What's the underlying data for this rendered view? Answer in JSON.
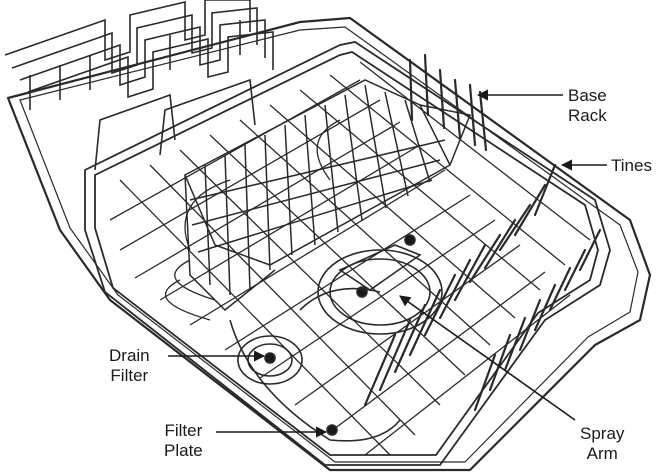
{
  "diagram": {
    "colors": {
      "line": "#2a2a2a",
      "wire_fill": "#ffffff",
      "background": "#ffffff"
    },
    "callouts": {
      "base_rack": {
        "line1": "Base",
        "line2": "Rack"
      },
      "tines": {
        "line1": "Tines"
      },
      "drain_filter": {
        "line1": "Drain",
        "line2": "Filter"
      },
      "filter_plate": {
        "line1": "Filter",
        "line2": "Plate"
      },
      "spray_arm": {
        "line1": "Spray",
        "line2": "Arm"
      }
    }
  }
}
